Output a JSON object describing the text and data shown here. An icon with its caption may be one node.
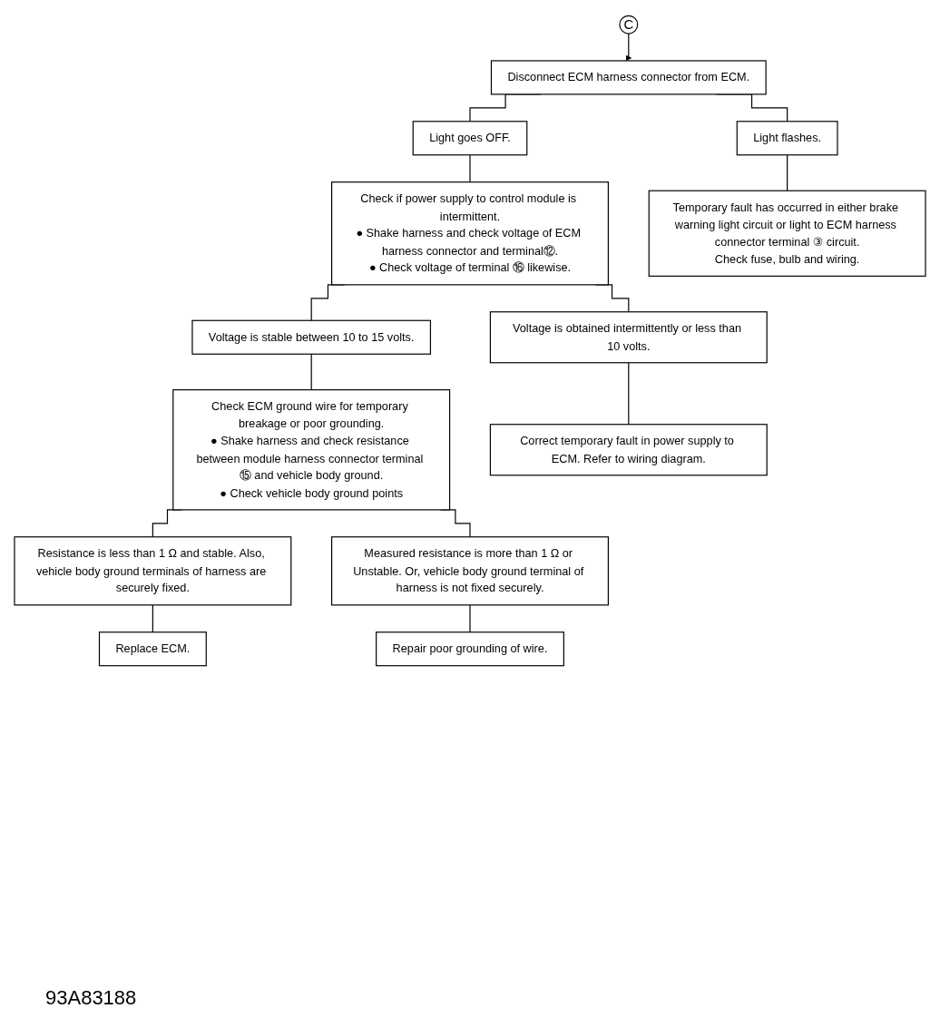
{
  "diagram": {
    "nodes": [
      {
        "text": [
          "C"
        ]
      },
      {
        "text": [
          "Disconnect ECM harness connector from ECM."
        ]
      },
      {
        "text": [
          "Light goes OFF."
        ]
      },
      {
        "text": [
          "Light flashes."
        ]
      },
      {
        "text": [
          "Check if power supply to control module is intermittent.",
          "● Shake harness and check voltage of ECM harness connector and terminal⑫.",
          "● Check voltage of terminal ⑯ likewise."
        ]
      },
      {
        "text": [
          "Temporary fault has occurred in either brake warning light circuit or light to ECM harness connector terminal ③ circuit.",
          "Check fuse, bulb and wiring."
        ]
      },
      {
        "text": [
          "Voltage is stable between 10 to 15 volts."
        ]
      },
      {
        "text": [
          "Voltage is obtained intermittently or less than 10 volts."
        ]
      },
      {
        "text": [
          "Check ECM ground wire for temporary breakage or poor grounding.",
          "● Shake harness and check resistance between module harness connector terminal ⑮ and vehicle body ground.",
          "● Check vehicle body ground points"
        ]
      },
      {
        "text": [
          "Correct temporary fault in power supply to ECM. Refer to wiring diagram."
        ]
      },
      {
        "text": [
          "Resistance is less than 1 Ω and stable. Also, vehicle body ground terminals of harness are securely fixed."
        ]
      },
      {
        "text": [
          "Measured resistance is more than 1 Ω or Unstable. Or, vehicle body ground terminal of harness is not fixed securely."
        ]
      },
      {
        "text": [
          "Replace ECM."
        ]
      },
      {
        "text": [
          "Repair poor grounding of wire."
        ]
      }
    ],
    "edges": [
      {
        "from": 0,
        "to": 1,
        "arrow": "to"
      },
      {
        "from": 1,
        "to": 2,
        "arrow": "none"
      },
      {
        "from": 1,
        "to": 3,
        "arrow": "none"
      },
      {
        "from": 2,
        "to": 4,
        "arrow": "none"
      },
      {
        "from": 3,
        "to": 5,
        "arrow": "none"
      },
      {
        "from": 4,
        "to": 6,
        "arrow": "none"
      },
      {
        "from": 4,
        "to": 7,
        "arrow": "none"
      },
      {
        "from": 6,
        "to": 8,
        "arrow": "none"
      },
      {
        "from": 7,
        "to": 9,
        "arrow": "none"
      },
      {
        "from": 8,
        "to": 10,
        "arrow": "none"
      },
      {
        "from": 8,
        "to": 11,
        "arrow": "none"
      },
      {
        "from": 10,
        "to": 12,
        "arrow": "none"
      },
      {
        "from": 11,
        "to": 13,
        "arrow": "none"
      }
    ],
    "labels": [
      "93A83188"
    ]
  }
}
